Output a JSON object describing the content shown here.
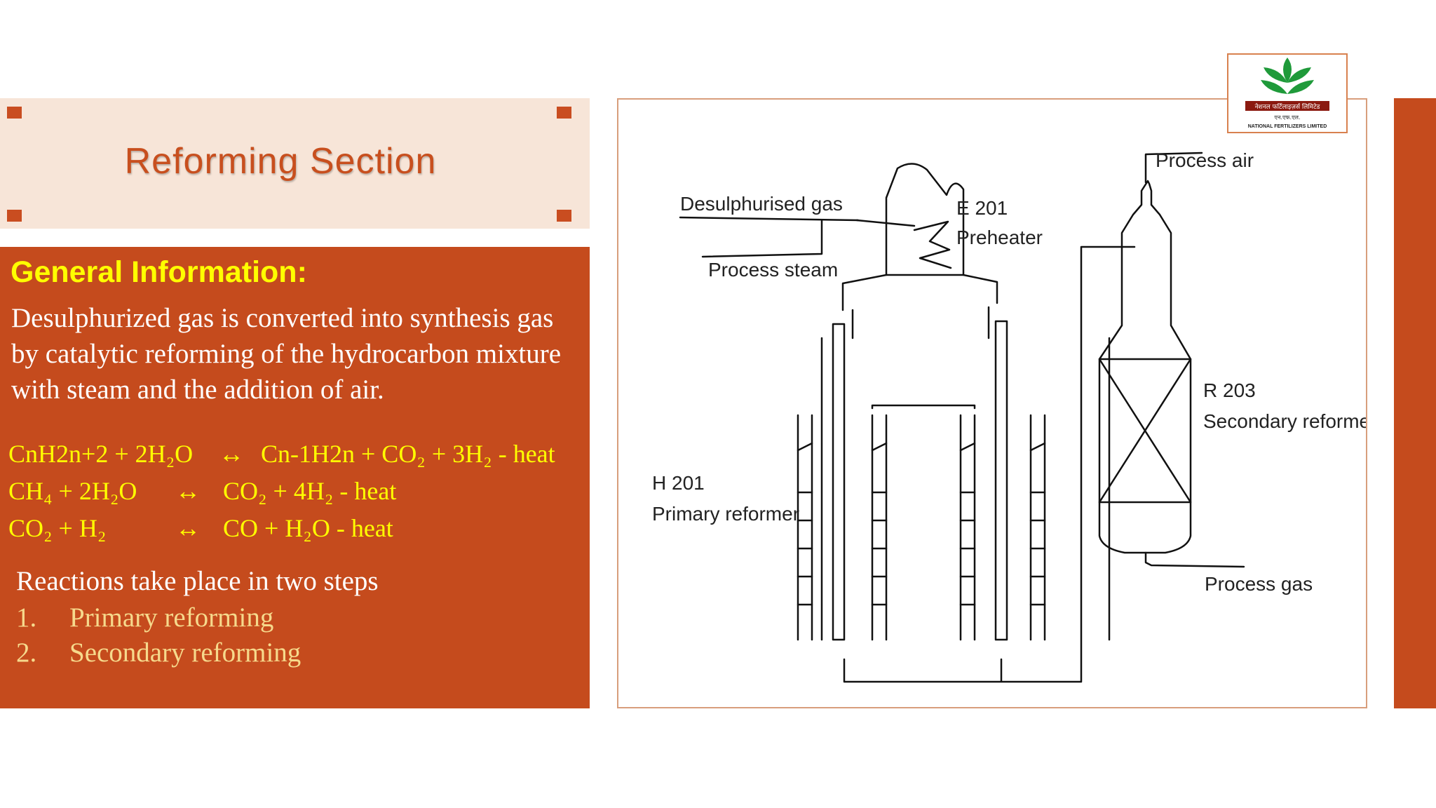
{
  "slide": {
    "title": "Reforming Section"
  },
  "info": {
    "heading": "General Information:",
    "paragraph": "Desulphurized gas is converted into synthesis gas by catalytic reforming of the hydrocarbon mixture with steam and the addition of air.",
    "equations": [
      {
        "left": "CnH2n+2 + 2H₂O",
        "arrow": "↔",
        "right": "Cn-1H2n + CO₂ + 3H₂ - heat"
      },
      {
        "left": "CH₄ + 2H₂O",
        "arrow": "↔",
        "right": "CO₂ + 4H₂ - heat"
      },
      {
        "left": "CO₂ + H₂",
        "arrow": "↔",
        "right": "CO + H₂O - heat"
      }
    ],
    "steps_intro": "Reactions take place in two steps",
    "steps": [
      {
        "num": "1.",
        "text": "Primary reforming"
      },
      {
        "num": "2.",
        "text": "Secondary reforming"
      }
    ]
  },
  "diagram": {
    "labels": {
      "desulphurised_gas": "Desulphurised gas",
      "process_steam": "Process steam",
      "preheater_id": "E 201",
      "preheater": "Preheater",
      "process_air": "Process air",
      "secondary_id": "R 203",
      "secondary": "Secondary reformer",
      "primary_id": "H 201",
      "primary": "Primary reformer",
      "process_gas": "Process gas"
    }
  },
  "logo": {
    "line1": "नेशनल फर्टिलाइज़र्स लिमिटेड",
    "line2": "एन.एफ.एल.",
    "line3": "NATIONAL FERTILIZERS LIMITED"
  },
  "colors": {
    "accent": "#c54b1d",
    "title_bg": "#f7e5d8",
    "heading": "#ffff00",
    "step_text": "#f6d98c"
  }
}
